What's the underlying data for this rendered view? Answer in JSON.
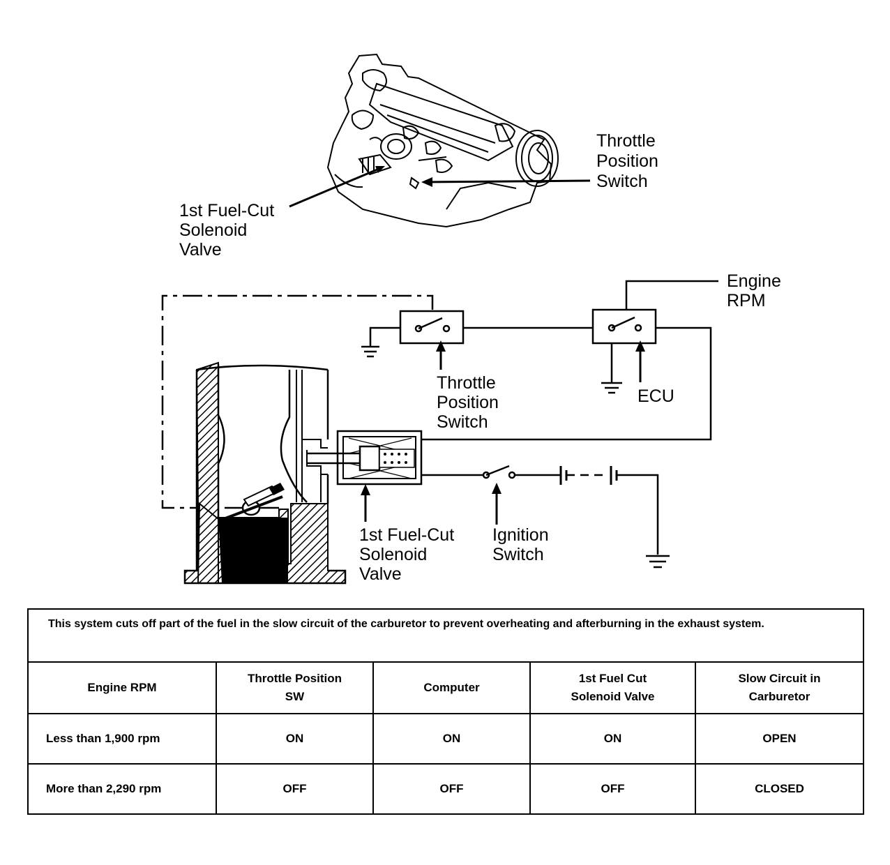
{
  "top_labels": {
    "throttle_switch": [
      "Throttle",
      "Position",
      "Switch"
    ],
    "fuel_cut_valve": [
      "1st Fuel-Cut",
      "Solenoid",
      "Valve"
    ]
  },
  "schematic_labels": {
    "engine_rpm": [
      "Engine",
      "RPM"
    ],
    "throttle_switch": [
      "Throttle",
      "Position",
      "Switch"
    ],
    "ecu": "ECU",
    "fuel_cut_valve": [
      "1st Fuel-Cut",
      "Solenoid",
      "Valve"
    ],
    "ignition_switch": [
      "Ignition",
      "Switch"
    ]
  },
  "table": {
    "description": "This system cuts off part of the fuel in the slow circuit of the carburetor to prevent overheating and afterburning in the exhaust system.",
    "headers": [
      [
        "Engine RPM"
      ],
      [
        "Throttle Position",
        "SW"
      ],
      [
        "Computer"
      ],
      [
        "1st Fuel Cut",
        "Solenoid Valve"
      ],
      [
        "Slow Circuit in",
        "Carburetor"
      ]
    ],
    "rows": [
      [
        "Less than 1,900 rpm",
        "ON",
        "ON",
        "ON",
        "OPEN"
      ],
      [
        "More than 2,290 rpm",
        "OFF",
        "OFF",
        "OFF",
        "CLOSED"
      ]
    ]
  }
}
